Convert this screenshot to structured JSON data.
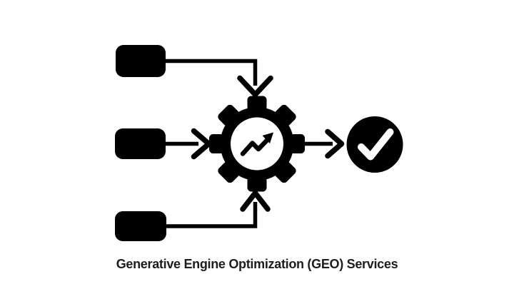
{
  "diagram": {
    "caption": "Generative Engine Optimization (GEO) Services",
    "colors": {
      "shape": "#000000",
      "background": "#ffffff",
      "caption_text": "#1d1d1d",
      "check_glyph": "#ffffff"
    },
    "flow": {
      "inputs": [
        {
          "id": "input-top",
          "icon": "rounded-rect-node"
        },
        {
          "id": "input-middle",
          "icon": "rounded-rect-node"
        },
        {
          "id": "input-bottom",
          "icon": "rounded-rect-node"
        }
      ],
      "process": {
        "icon": "gear-growth-icon"
      },
      "output": {
        "icon": "checkmark-circle-icon"
      },
      "connectors": [
        "top-input-to-gear",
        "middle-input-to-gear",
        "bottom-input-to-gear",
        "gear-to-check"
      ]
    }
  }
}
